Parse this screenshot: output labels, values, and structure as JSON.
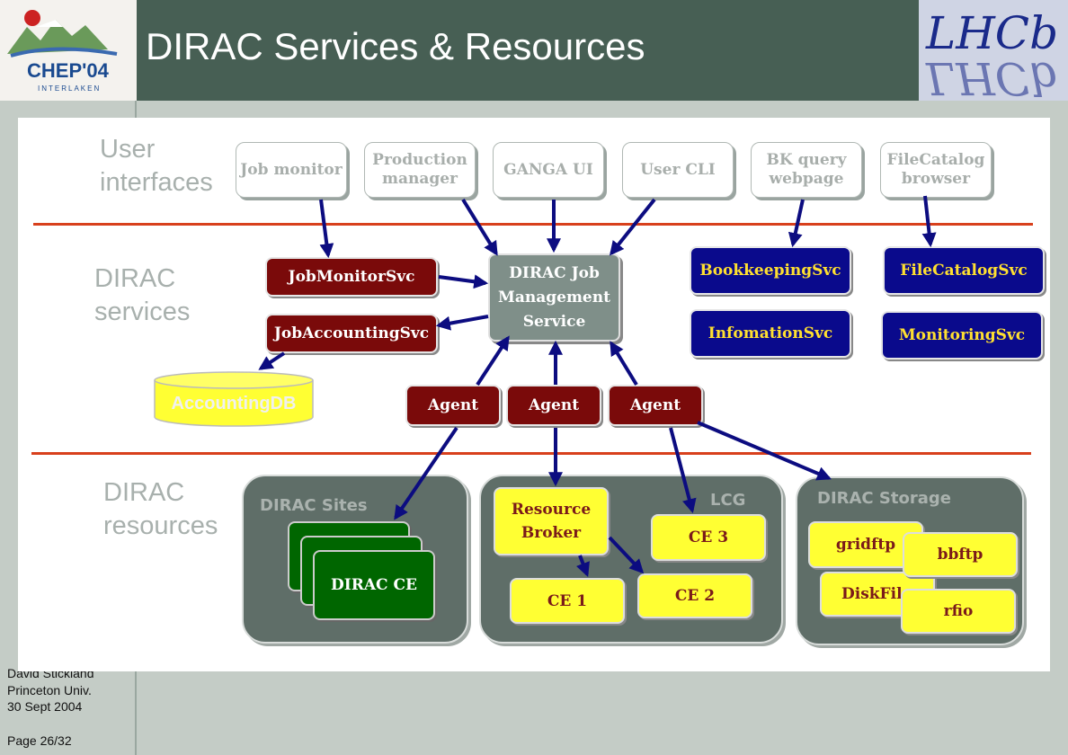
{
  "slide": {
    "title": "DIRAC Services & Resources",
    "left_logo_text": "CHEP'04",
    "left_logo_subtext": "INTERLAKEN",
    "right_logo_text": "LHCb"
  },
  "footer": {
    "author": "David Stickland",
    "affiliation": "Princeton Univ.",
    "date": "30 Sept 2004",
    "page": "Page 26/32"
  },
  "tiers": {
    "user_interfaces": [
      "User",
      "interfaces"
    ],
    "dirac_services": [
      "DIRAC",
      "services"
    ],
    "dirac_resources": [
      "DIRAC",
      "resources"
    ]
  },
  "user_interfaces": [
    {
      "id": "job-monitor",
      "lines": [
        "Job monitor"
      ]
    },
    {
      "id": "production-manager",
      "lines": [
        "Production",
        "manager"
      ]
    },
    {
      "id": "ganga-ui",
      "lines": [
        "GANGA UI"
      ]
    },
    {
      "id": "user-cli",
      "lines": [
        "User CLI"
      ]
    },
    {
      "id": "bk-query",
      "lines": [
        "BK query",
        "webpage"
      ]
    },
    {
      "id": "filecatalog-browser",
      "lines": [
        "FileCatalog",
        "browser"
      ]
    }
  ],
  "services": {
    "job_monitor_svc": "JobMonitorSvc",
    "job_accounting_svc": "JobAccountingSvc",
    "accounting_db": "AccountingDB",
    "job_management": [
      "DIRAC Job",
      "Management",
      "Service"
    ],
    "bookkeeping_svc": "BookkeepingSvc",
    "information_svc": "InfomationSvc",
    "filecatalog_svc": "FileCatalogSvc",
    "monitoring_svc": "MonitoringSvc",
    "agent": "Agent"
  },
  "resources": {
    "dirac_sites": {
      "label": "DIRAC Sites",
      "ce": "DIRAC CE"
    },
    "lcg": {
      "label": "LCG",
      "resource_broker": [
        "Resource",
        "Broker"
      ],
      "ce1": "CE 1",
      "ce2": "CE 2",
      "ce3": "CE 3"
    },
    "dirac_storage": {
      "label": "DIRAC Storage",
      "gridftp": "gridftp",
      "diskfile": "DiskFile",
      "bbftp": "bbftp",
      "rfio": "rfio"
    }
  },
  "colors": {
    "header_bg": "#475f54",
    "separator": "#d8401c",
    "arrow": "#0c0c80",
    "service_red": "#7a0a0a",
    "service_blue": "#0a0a8c",
    "resource_yellow": "#ffff33",
    "site_green": "#006600"
  }
}
